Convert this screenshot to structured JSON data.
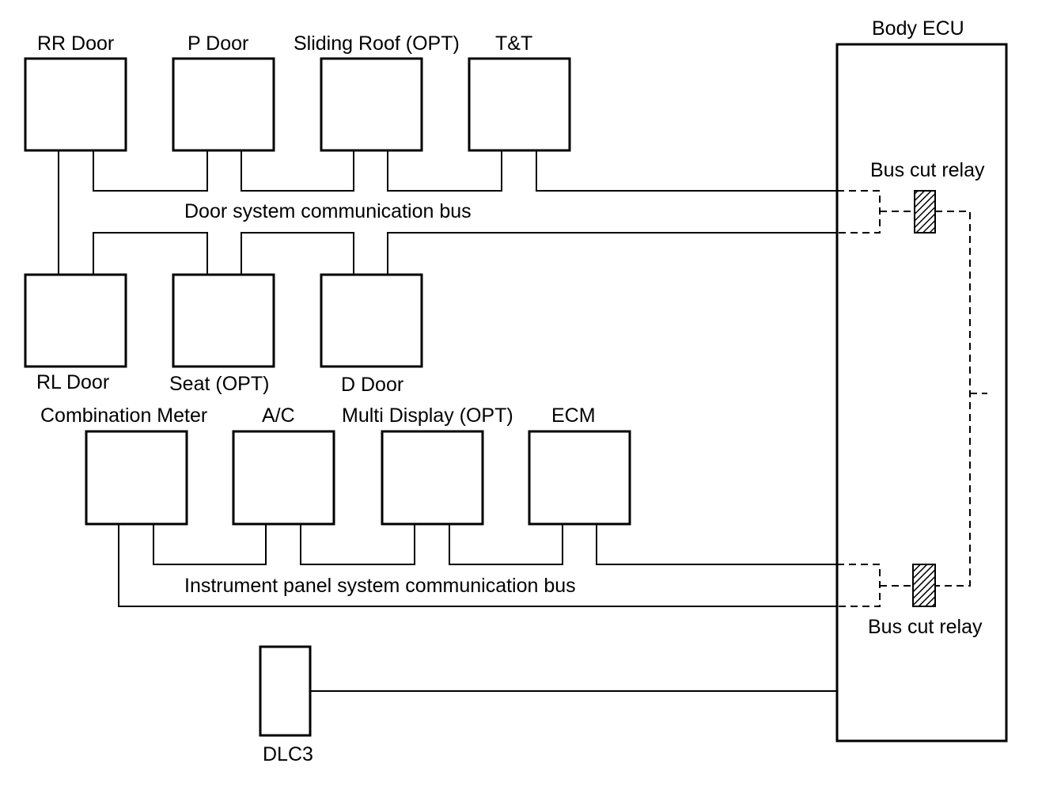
{
  "modules": {
    "rr_door": "RR Door",
    "p_door": "P Door",
    "sliding_roof": "Sliding Roof (OPT)",
    "tt": "T&T",
    "rl_door": "RL Door",
    "seat": "Seat (OPT)",
    "d_door": "D Door",
    "combination_meter": "Combination Meter",
    "ac": "A/C",
    "multi_display": "Multi Display (OPT)",
    "ecm": "ECM",
    "dlc3": "DLC3",
    "body_ecu": "Body ECU"
  },
  "buses": {
    "door": "Door system communication bus",
    "instrument": "Instrument panel system communication bus"
  },
  "relays": {
    "upper": "Bus cut relay",
    "lower": "Bus cut relay"
  }
}
